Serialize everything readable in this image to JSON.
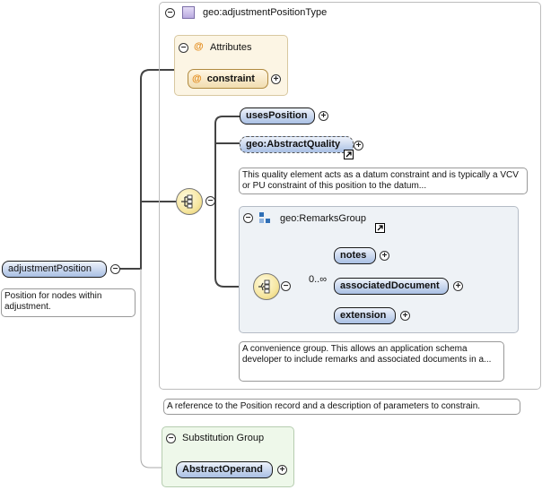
{
  "root": {
    "name": "adjustmentPosition",
    "doc": "Position for nodes within adjustment."
  },
  "type_box": {
    "title": "geo:adjustmentPositionType",
    "doc": "A reference to the Position record and a description of parameters to constrain."
  },
  "attributes": {
    "title": "Attributes",
    "items": [
      "constraint"
    ]
  },
  "sequence": {
    "items": [
      {
        "name": "usesPosition"
      },
      {
        "name": "geo:AbstractQuality",
        "doc": "This quality element acts as a datum constraint and is typically a VCV or PU constraint of this position to the datum..."
      }
    ]
  },
  "remarks_group": {
    "title": "geo:RemarksGroup",
    "cardinality": "0..∞",
    "items": [
      "notes",
      "associatedDocument",
      "extension"
    ],
    "doc": "A convenience group. This allows an application schema developer to include remarks and associated documents in a..."
  },
  "substitution_group": {
    "title": "Substitution Group",
    "item": "AbstractOperand"
  },
  "symbols": {
    "collapse": "−",
    "expand": "+",
    "at": "@"
  },
  "colors": {
    "attributes_bg": "#fcf5e4",
    "group_bg": "#eef2f6",
    "substitution_bg": "#eef8ea",
    "element_fill": "#c8d6ee",
    "compositor_fill": "#f6e6a0"
  }
}
